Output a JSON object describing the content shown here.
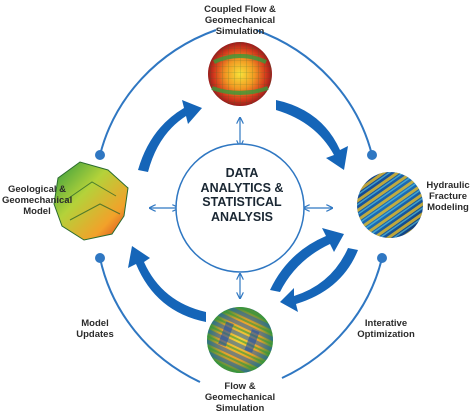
{
  "center": {
    "line1": "DATA",
    "line2": "ANALYTICS &",
    "line3": "STATISTICAL",
    "line4": "ANALYSIS"
  },
  "nodes": {
    "top": {
      "line1": "Coupled Flow &",
      "line2": "Geomechanical",
      "line3": "Simulation"
    },
    "right": {
      "line1": "Hydraulic",
      "line2": "Fracture",
      "line3": "Modeling"
    },
    "bottom": {
      "line1": "Flow &",
      "line2": "Geomechanical",
      "line3": "Simulation"
    },
    "left": {
      "line1": "Geological &",
      "line2": "Geomechanical",
      "line3": "Model"
    }
  },
  "side_labels": {
    "model_updates": {
      "line1": "Model",
      "line2": "Updates"
    },
    "iterative_optimization": {
      "line1": "Interative",
      "line2": "Optimization"
    }
  },
  "colors": {
    "arrow_blue": "#1565b8",
    "thin_blue": "#2f77c2",
    "text": "#2b2b2b"
  }
}
